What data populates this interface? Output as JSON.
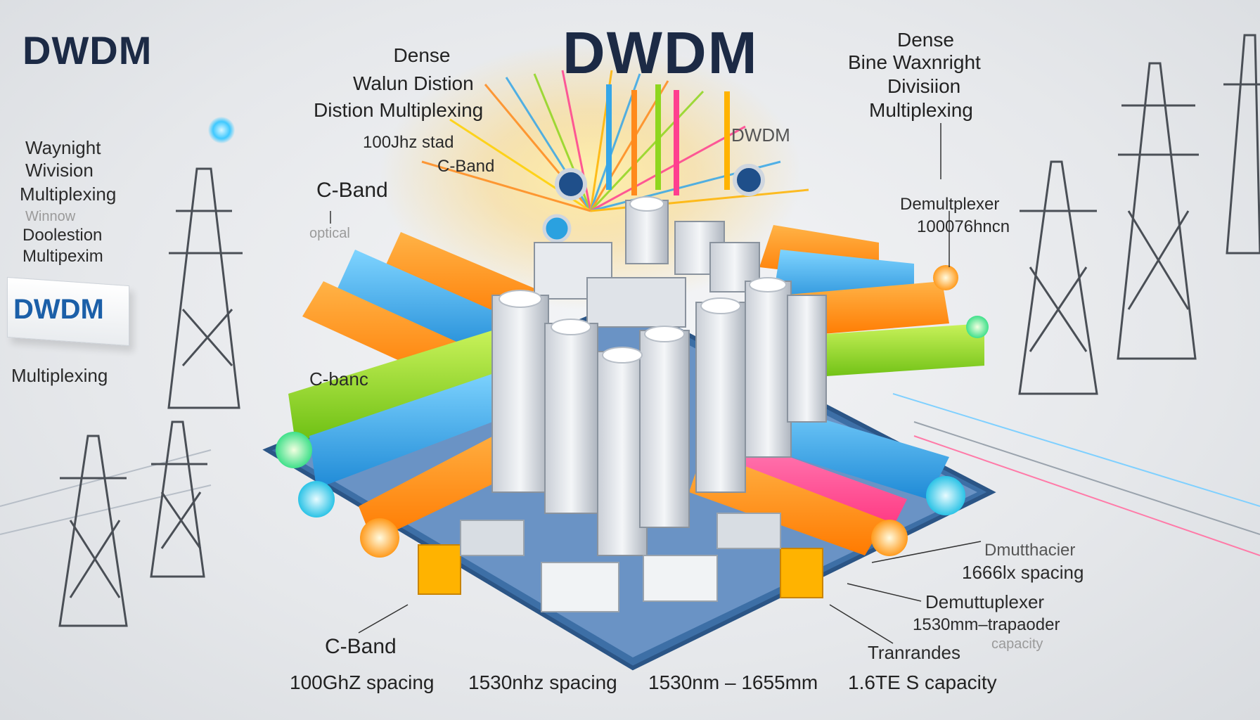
{
  "title_main": "DWDM",
  "title_left": "DWDM",
  "top_left_block": {
    "lines": [
      "Dense",
      "Walun Distion",
      "Distion Multiplexing"
    ],
    "sub1": "100Jhz stad",
    "sub2": "C-Band"
  },
  "top_right_block": {
    "lines": [
      "Dense",
      "Bine Waxnright",
      "Divisiion",
      "Multiplexing"
    ]
  },
  "center_small": "DWDM",
  "left_block": {
    "lines": [
      "Waynight",
      "Wivision",
      "Multiplexing"
    ],
    "faint": "Winnow",
    "lines2": [
      "Doolestion",
      "Multipexim"
    ]
  },
  "dwdm_box": "DWDM",
  "left_multiplexing": "Multiplexing",
  "cband_top": "C-Band",
  "optical": "optical",
  "cband_mid": "C-banc",
  "demux_right": {
    "title": "Demultplexer",
    "value": "100076hncn"
  },
  "right_lower": {
    "l1": "Dmutthacier",
    "l2": "1666lx spacing",
    "l3": "Demuttuplexer",
    "l4": "1530mm–trapaoder",
    "l5": "capacity"
  },
  "bottom_cband": "C-Band",
  "bottom_transponder": "Tranrandes",
  "bottom_row": [
    "100GhZ spacing",
    "1530nhz spacing",
    "1530nm – 1655mm",
    "1.6TE S capacity"
  ],
  "colors": {
    "title": "#1c2a45",
    "accent_blue": "#1b5fa8",
    "fiber_orange": "#ff8a1c",
    "fiber_blue": "#35a6e8",
    "fiber_green": "#8fd61f",
    "fiber_pink": "#ff3f8f",
    "platform": "#3d6fa6"
  }
}
